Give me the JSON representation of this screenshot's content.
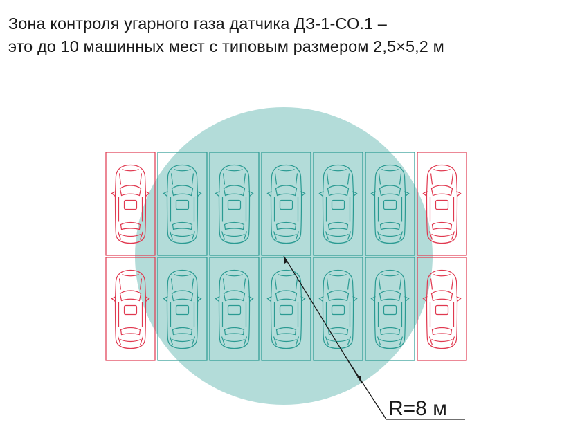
{
  "title": {
    "line1": "Зона контроля угарного газа датчика  ДЗ-1-СО.1 –",
    "line2": "это до 10 машинных мест с типовым размером 2,5×5,2 м"
  },
  "radius_label": "R=8 м",
  "colors": {
    "zone_fill": "#b3dcd9",
    "inside": "#2a9a92",
    "outside": "#e0384f",
    "text": "#1a1a1a"
  },
  "parking": {
    "rows": 2,
    "columns": 7,
    "spots_in_zone": 10,
    "spot_status": [
      [
        "outside",
        "inside",
        "inside",
        "inside",
        "inside",
        "inside",
        "outside"
      ],
      [
        "outside",
        "inside",
        "inside",
        "inside",
        "inside",
        "inside",
        "outside"
      ]
    ]
  },
  "icons": {
    "car": "car-top-view-icon"
  }
}
